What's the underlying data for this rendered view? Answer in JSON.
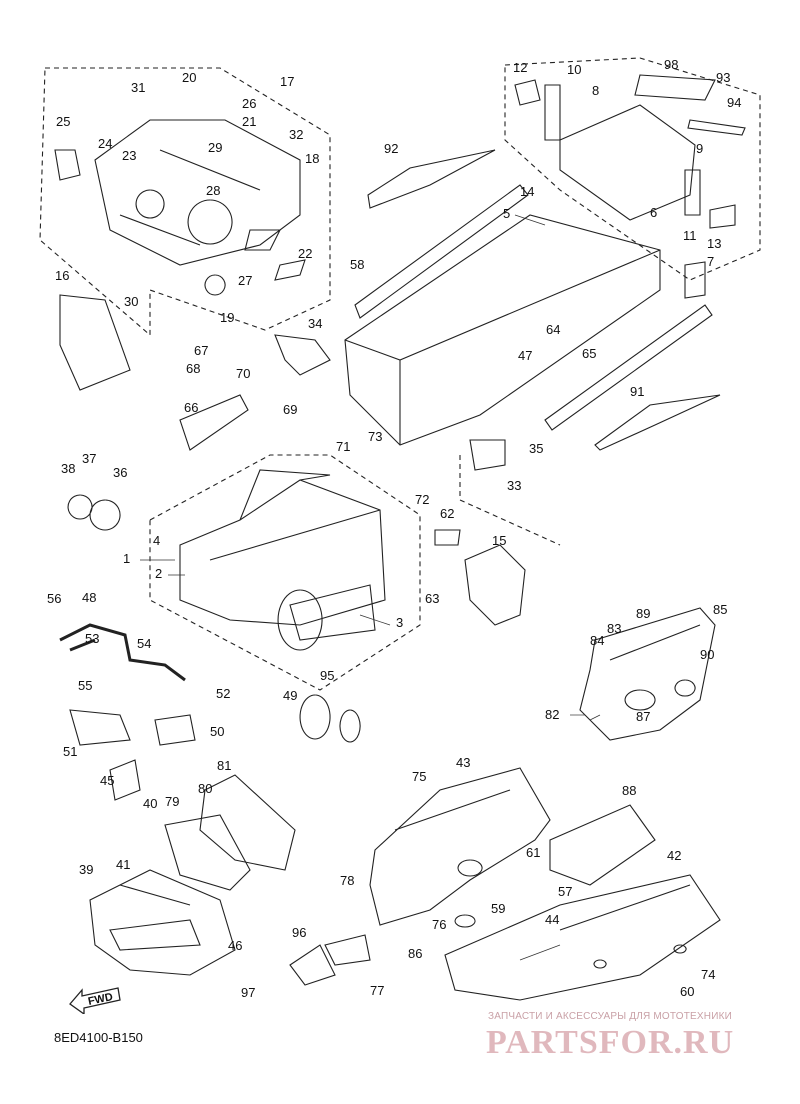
{
  "diagram": {
    "code": "8ED4100-B150",
    "fwd_label": "FWD",
    "watermark_top": "ЗАПЧАСТИ И АКСЕССУАРЫ ДЛЯ МОТОТЕХНИКИ",
    "watermark_logo": "PARTSFOR.RU",
    "callouts": [
      "1",
      "2",
      "3",
      "4",
      "5",
      "6",
      "7",
      "8",
      "9",
      "10",
      "11",
      "12",
      "13",
      "14",
      "15",
      "16",
      "17",
      "18",
      "19",
      "20",
      "21",
      "22",
      "23",
      "24",
      "25",
      "26",
      "27",
      "28",
      "29",
      "30",
      "31",
      "32",
      "33",
      "34",
      "35",
      "36",
      "37",
      "38",
      "39",
      "40",
      "41",
      "42",
      "43",
      "44",
      "45",
      "46",
      "47",
      "48",
      "49",
      "50",
      "51",
      "52",
      "53",
      "54",
      "55",
      "56",
      "57",
      "58",
      "59",
      "60",
      "61",
      "62",
      "63",
      "64",
      "65",
      "66",
      "67",
      "68",
      "69",
      "70",
      "71",
      "72",
      "73",
      "74",
      "75",
      "76",
      "77",
      "78",
      "79",
      "80",
      "81",
      "82",
      "83",
      "84",
      "85",
      "86",
      "87",
      "88",
      "89",
      "90",
      "91",
      "92",
      "93",
      "94",
      "95",
      "96",
      "97",
      "98"
    ]
  }
}
